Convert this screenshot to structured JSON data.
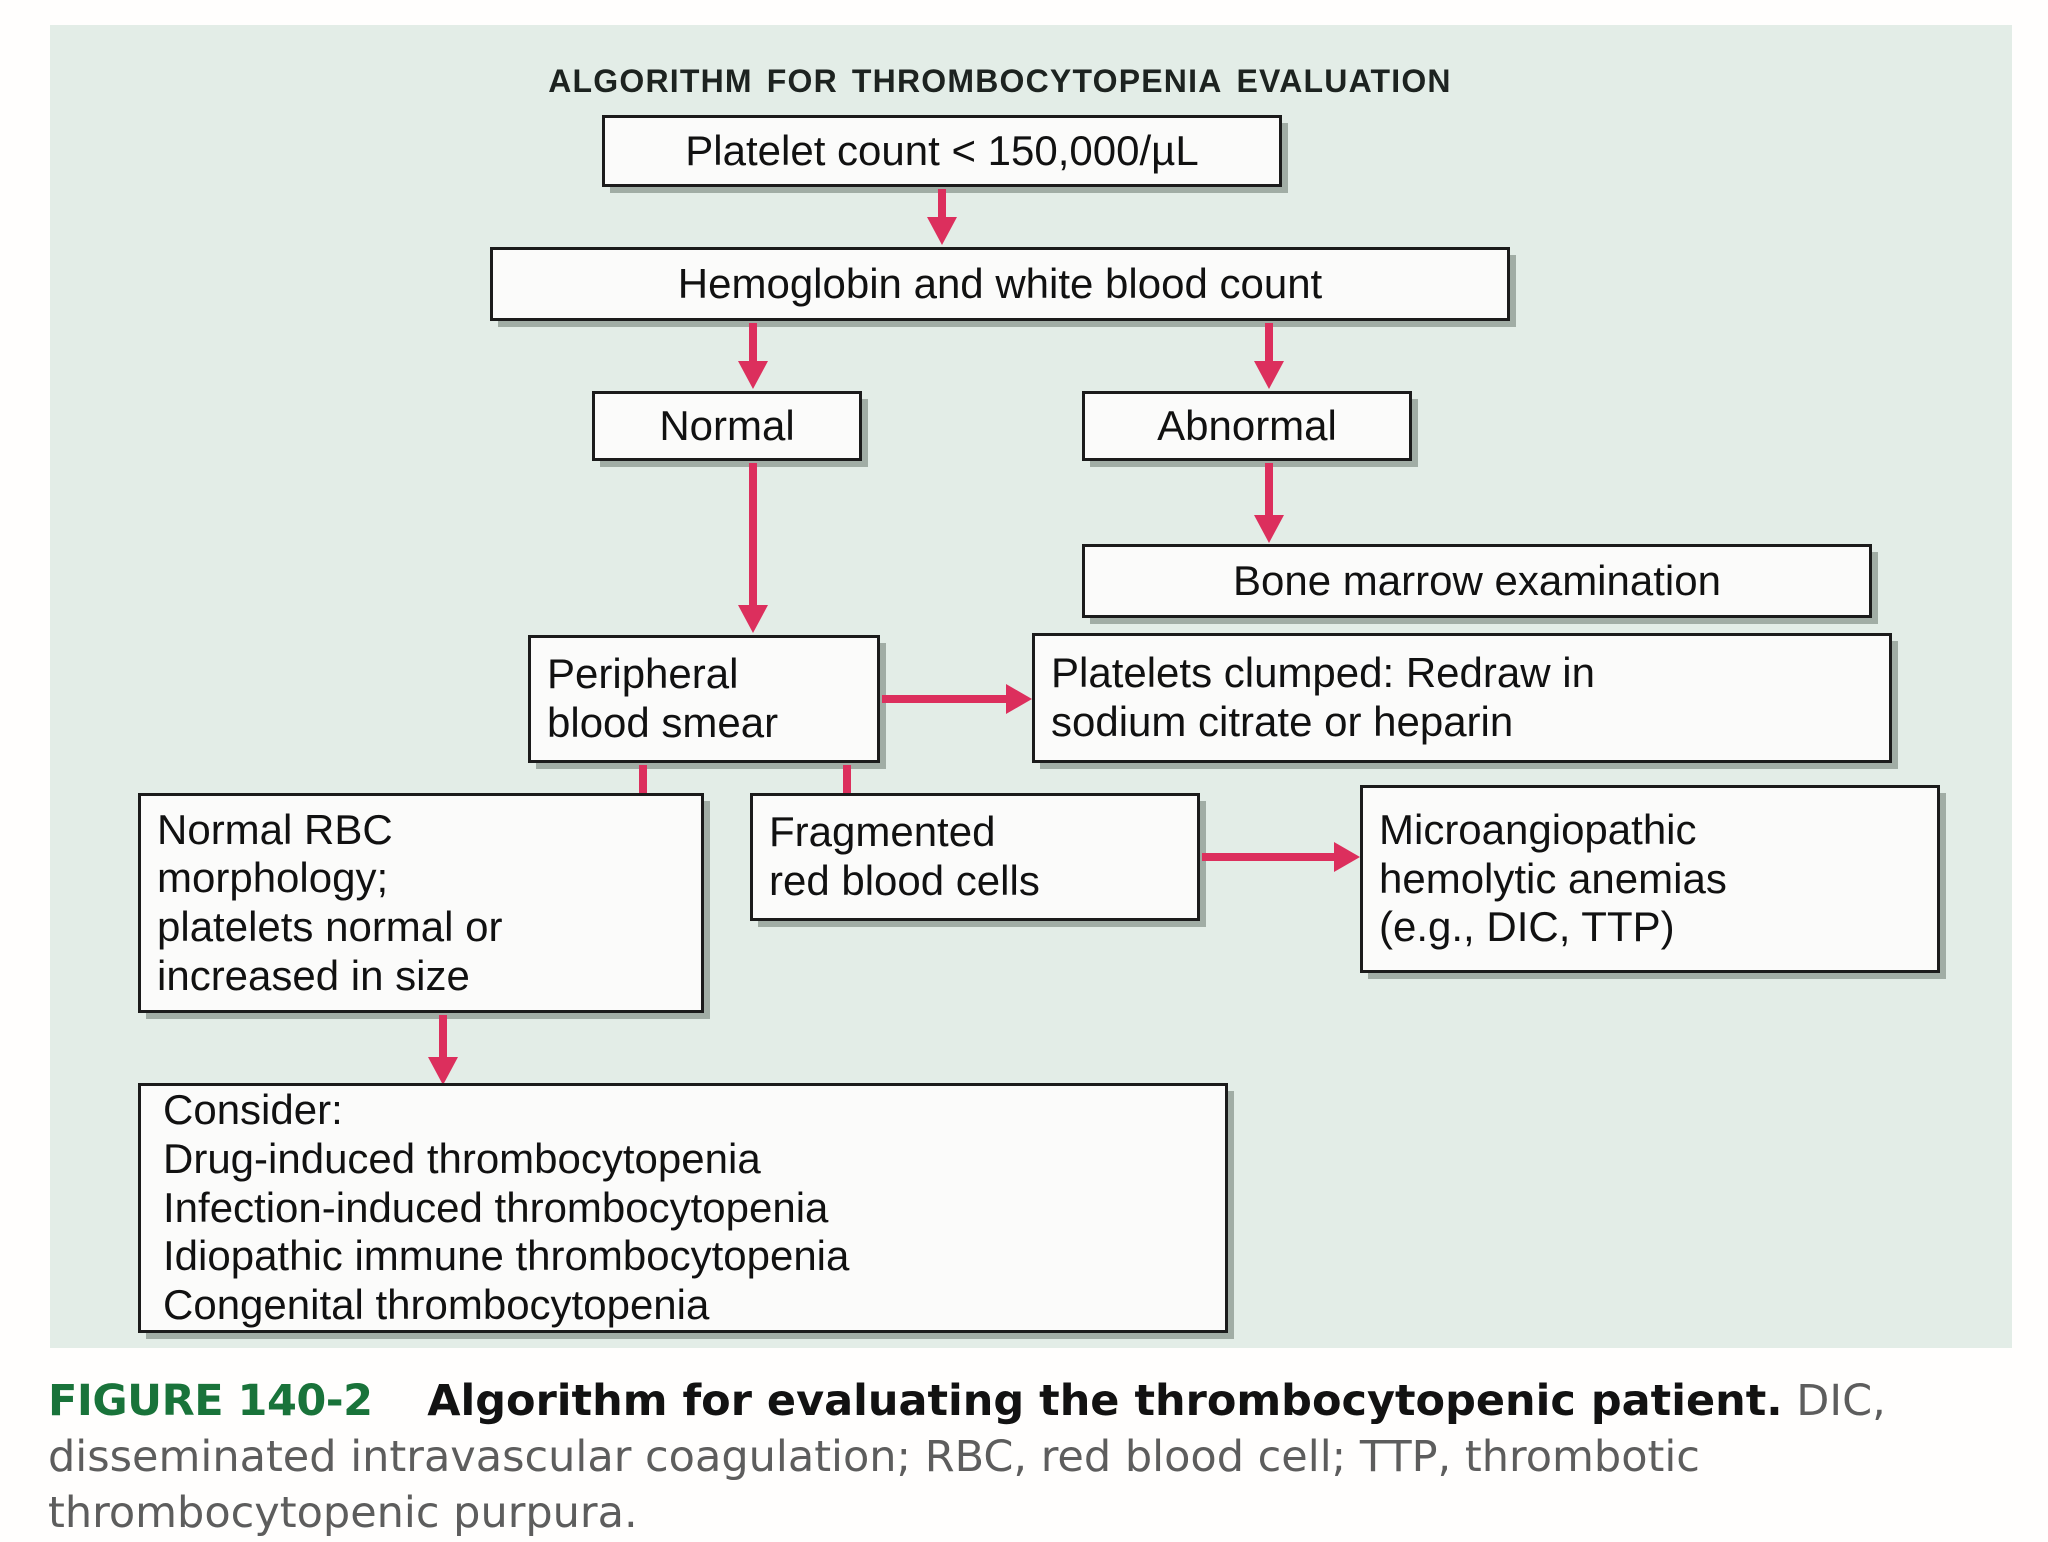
{
  "figure": {
    "title": "Algorithm for Thrombocytopenia Evaluation",
    "panel_bg": "#e3ede7",
    "arrow_color": "#dc2f5d",
    "box_border_color": "#1b1b1b",
    "box_fill": "#fbfbfa",
    "fignum_color": "#19733a"
  },
  "nodes": {
    "platelet_count": "Platelet count < 150,000/µL",
    "hgb_wbc": "Hemoglobin and white blood count",
    "normal": "Normal",
    "abnormal": "Abnormal",
    "bone_marrow": "Bone marrow examination",
    "peripheral_smear": "Peripheral\nblood smear",
    "platelets_clumped": "Platelets clumped: Redraw in\nsodium citrate or heparin",
    "normal_rbc": "Normal RBC\nmorphology;\nplatelets normal or\nincreased in size",
    "fragmented_rbc": "Fragmented\nred blood cells",
    "microangiopathic": "Microangiopathic\nhemolytic anemias\n(e.g., DIC, TTP)",
    "consider": "Consider:\nDrug-induced thrombocytopenia\nInfection-induced thrombocytopenia\nIdiopathic immune thrombocytopenia\nCongenital thrombocytopenia"
  },
  "caption": {
    "fignum": "FIGURE 140-2",
    "lead": "Algorithm for evaluating the thrombocytopenic patient.",
    "rest": " DIC, disseminated intravascular coagulation; RBC, red blood cell; TTP, thrombotic thrombocytopenic purpura."
  }
}
